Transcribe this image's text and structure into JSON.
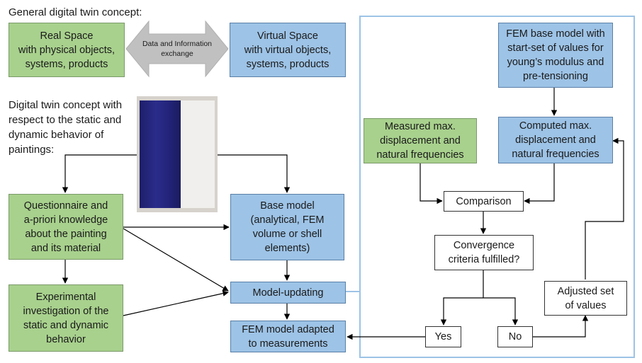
{
  "headings": {
    "general": "General digital twin concept:",
    "specific": "Digital twin concept with\nrespect to the static and\ndynamic behavior of\npaintings:"
  },
  "general_concept": {
    "real_space": "Real Space\nwith physical objects,\nsystems, products",
    "exchange": "Data and Information\nexchange",
    "virtual_space": "Virtual Space\nwith virtual objects,\nsystems, products"
  },
  "left_flow": {
    "questionnaire": "Questionnaire and\na-priori knowledge\nabout the painting\nand its material",
    "experimental": "Experimental\ninvestigation of the\nstatic and dynamic\nbehavior",
    "base_model": "Base model\n(analytical, FEM\nvolume or shell\nelements)",
    "model_updating": "Model-updating",
    "fem_adapted": "FEM model adapted\nto measurements"
  },
  "right_flow": {
    "fem_base": "FEM base model with\nstart-set of values for\nyoung’s modulus and\npre-tensioning",
    "measured": "Measured max.\ndisplacement and\nnatural frequencies",
    "computed": "Computed max.\ndisplacement and\nnatural frequencies",
    "comparison": "Comparison",
    "convergence": "Convergence\ncriteria fulfilled?",
    "yes": "Yes",
    "no": "No",
    "adjusted": "Adjusted set\nof values"
  },
  "colors": {
    "green": "#a8d18d",
    "blue": "#9dc3e6",
    "arrow_gray": "#c0c0c0",
    "line": "#000000"
  }
}
